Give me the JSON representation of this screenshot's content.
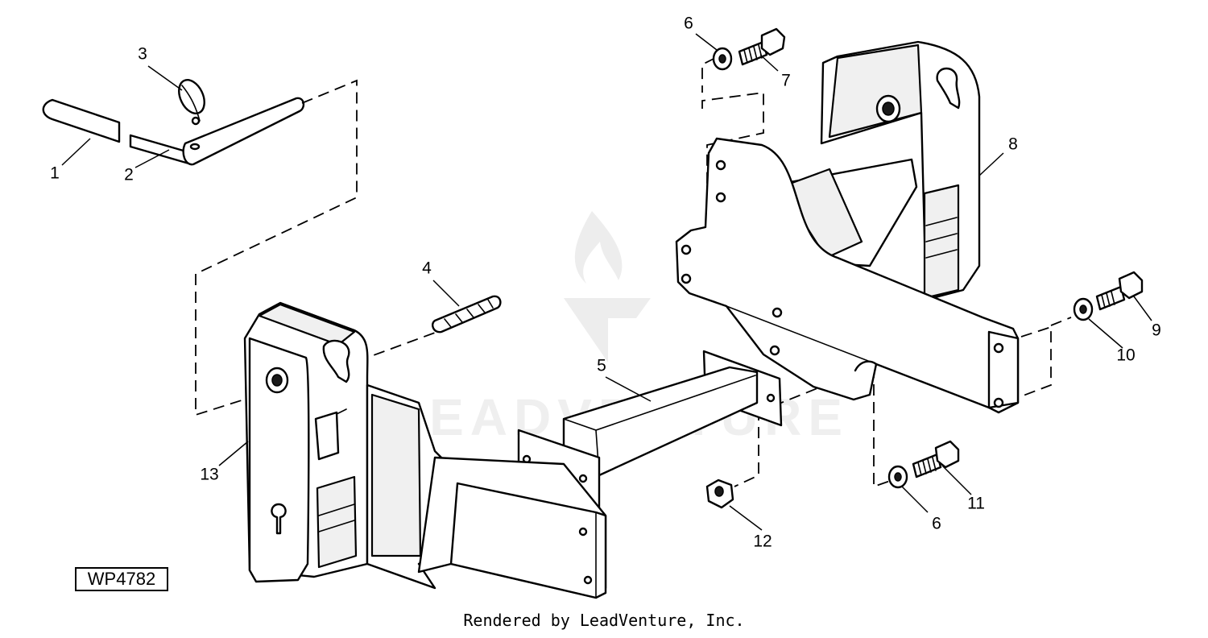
{
  "diagram": {
    "callouts": [
      "1",
      "2",
      "3",
      "4",
      "5",
      "6",
      "7",
      "8",
      "9",
      "10",
      "11",
      "6",
      "12",
      "13"
    ],
    "reference_code": "WP4782",
    "watermark_text": "LEADVENTURE",
    "credit": "Rendered by LeadVenture, Inc."
  }
}
